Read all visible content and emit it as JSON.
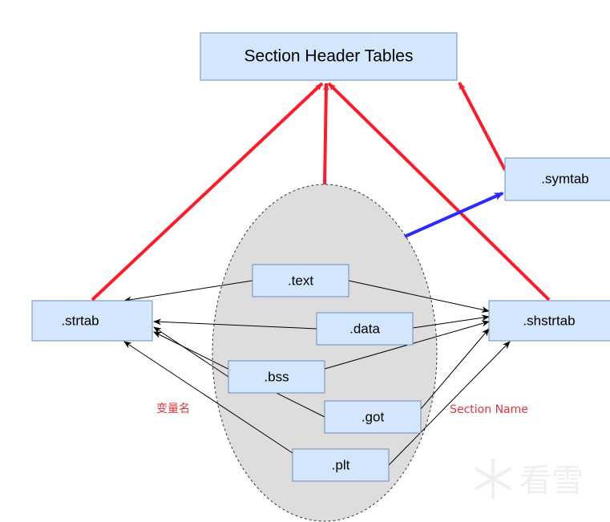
{
  "nodes": {
    "sht": "Section Header Tables",
    "symtab": ".symtab",
    "strtab": ".strtab",
    "shstrtab": ".shstrtab",
    "text": ".text",
    "data": ".data",
    "bss": ".bss",
    "got": ".got",
    "plt": ".plt"
  },
  "annotations": {
    "var_names": "变量名",
    "section_name": "Section Name"
  },
  "watermark": "看雪",
  "colors": {
    "box_fill": "#d4e6fb",
    "box_stroke": "#6c8ebf",
    "red_arrow": "#ff1a2a",
    "blue_arrow": "#2a2aff",
    "ellipse_fill": "#dddddd",
    "note_text": "#e8323c"
  }
}
